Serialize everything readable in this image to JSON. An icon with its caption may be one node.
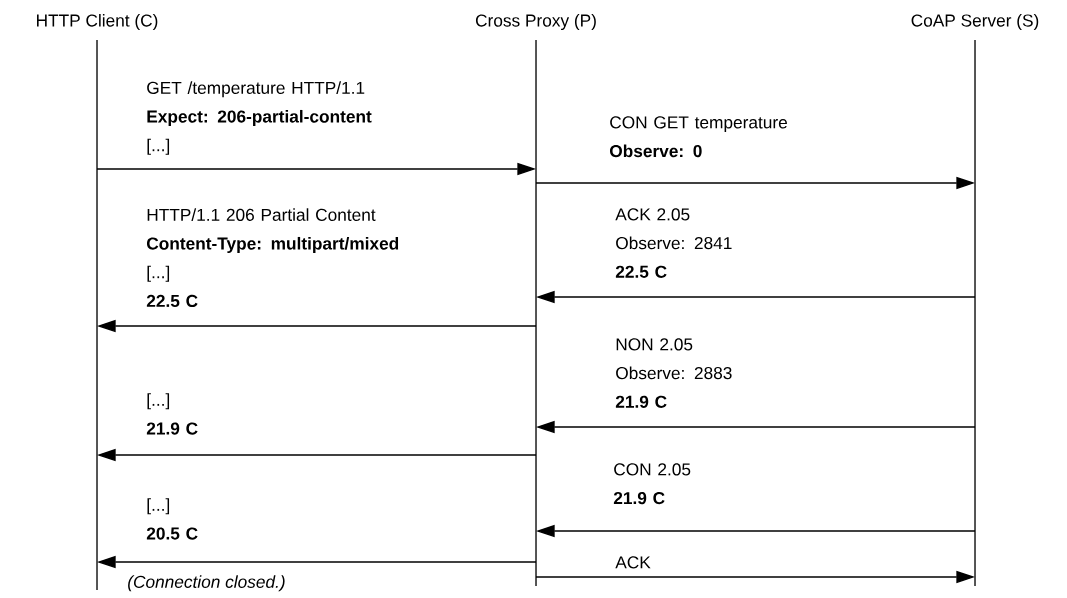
{
  "diagram": {
    "nodes": [
      {
        "text": [
          "HTTP Client (C)"
        ]
      },
      {
        "text": [
          "Cross Proxy (P)"
        ]
      },
      {
        "text": [
          "CoAP Server (S)"
        ]
      }
    ],
    "edges": [
      {
        "from": 0,
        "to": 1,
        "arrow": "to",
        "label": "GET /temperature HTTP/1.1 **Expect: 206-partial-content** [...]"
      },
      {
        "from": 1,
        "to": 2,
        "arrow": "to",
        "label": "CON GET temperature **Observe: 0**"
      },
      {
        "from": 2,
        "to": 1,
        "arrow": "to",
        "label": "ACK 2.05 Observe: 2841 **22.5 C**"
      },
      {
        "from": 1,
        "to": 0,
        "arrow": "to",
        "label": "HTTP/1.1 206 Partial Content **Content-Type: multipart/mixed** [...] **22.5 C**"
      },
      {
        "from": 2,
        "to": 1,
        "arrow": "to",
        "label": "NON 2.05 Observe: 2883 **21.9 C**"
      },
      {
        "from": 1,
        "to": 0,
        "arrow": "to",
        "label": "[...] **21.9 C**"
      },
      {
        "from": 2,
        "to": 1,
        "arrow": "to",
        "label": "CON 2.05 **21.9 C**"
      },
      {
        "from": 1,
        "to": 0,
        "arrow": "to",
        "label": "[...] **20.5 C**"
      },
      {
        "from": 1,
        "to": 2,
        "arrow": "to",
        "label": "ACK"
      }
    ],
    "labels": [
      "(Connection closed.)"
    ]
  }
}
